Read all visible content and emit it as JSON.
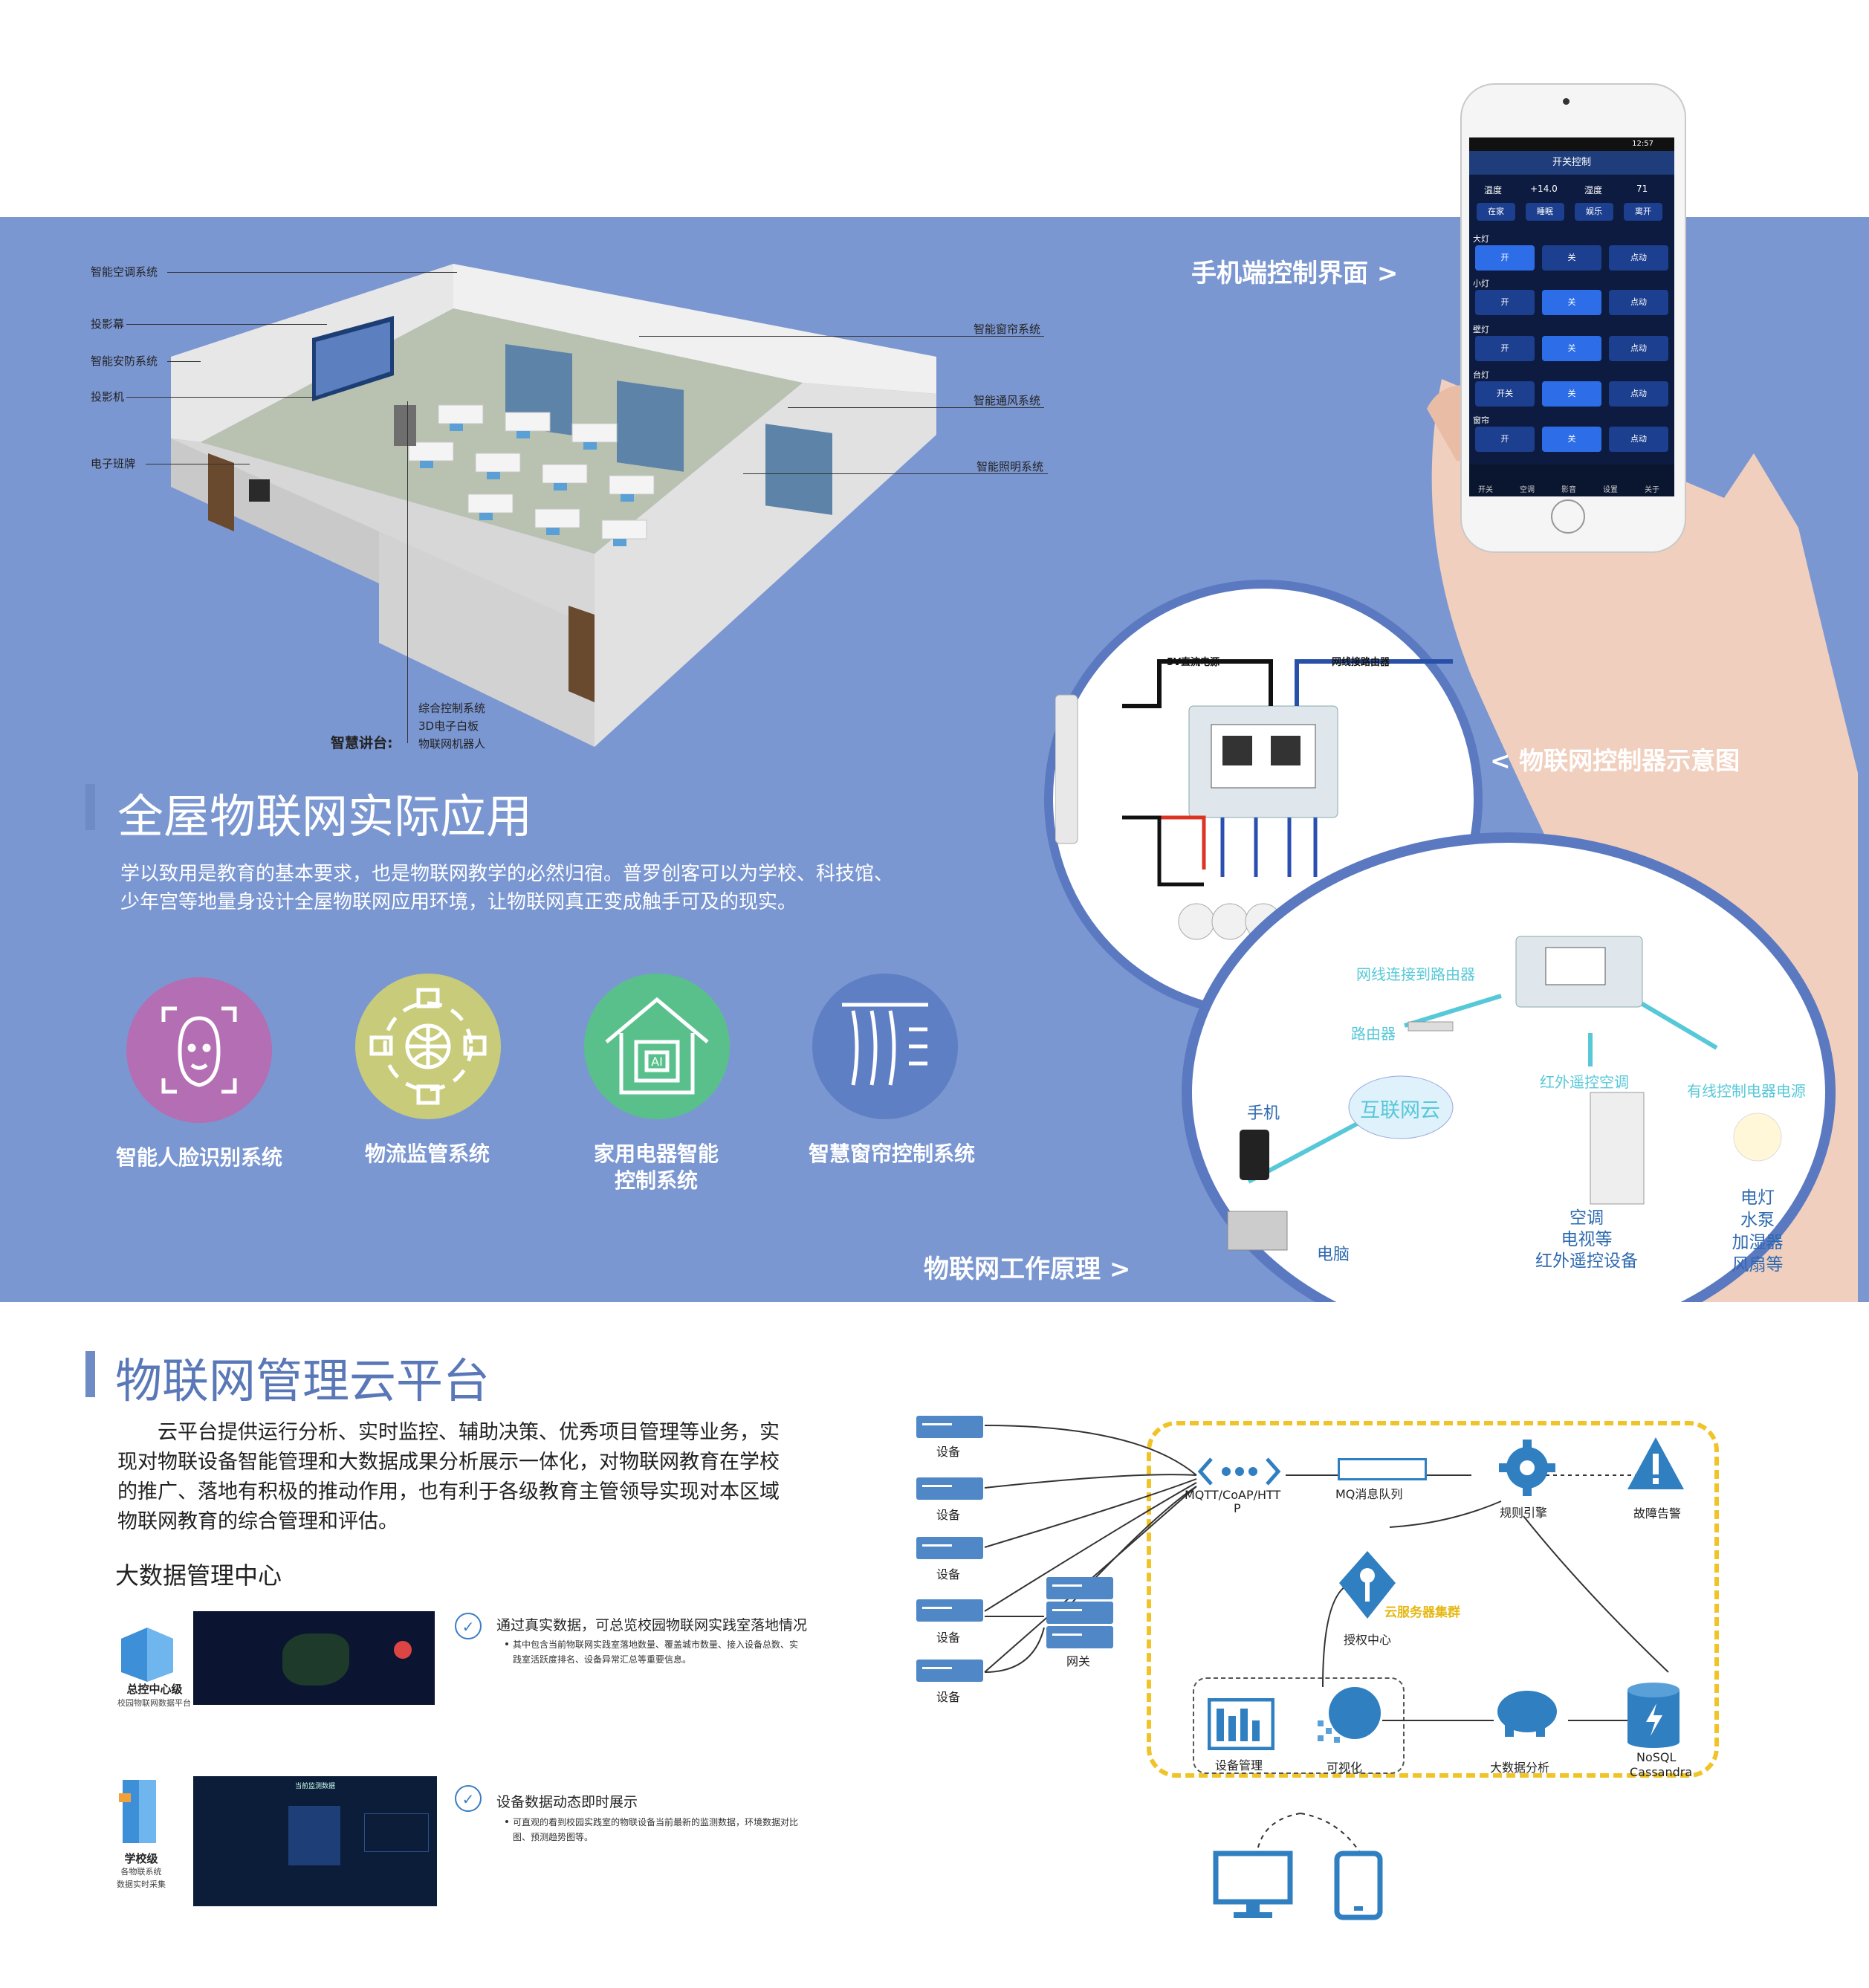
{
  "classroom": {
    "labels_left": [
      "智能空调系统",
      "投影幕",
      "智能安防系统",
      "投影机",
      "电子班牌"
    ],
    "labels_right": [
      "智能窗帘系统",
      "智能通风系统",
      "智能照明系统"
    ],
    "podium_title": "智慧讲台:",
    "podium_items": [
      "综合控制系统",
      "3D电子白板",
      "物联网机器人"
    ]
  },
  "section1": {
    "title": "全屋物联网实际应用",
    "body_line1": "学以致用是教育的基本要求，也是物联网教学的必然归宿。普罗创客可以为学校、科技馆、",
    "body_line2": "少年宫等地量身设计全屋物联网应用环境，让物联网真正变成触手可及的现实。"
  },
  "systems": [
    {
      "label": "智能人脸识别系统",
      "icon": "face-recognition-icon",
      "color": "#b36eb4"
    },
    {
      "label": "物流监管系统",
      "icon": "logistics-globe-icon",
      "color": "#c7cb7a"
    },
    {
      "label": "家用电器智能\n控制系统",
      "icon": "smart-home-ai-icon",
      "color": "#59c08c"
    },
    {
      "label": "智慧窗帘控制系统",
      "icon": "curtain-icon",
      "color": "#5f7fc4"
    }
  ],
  "phone": {
    "caption": "手机端控制界面 >",
    "status_time": "12:57",
    "header": "开关控制",
    "env": [
      "温度",
      "+14.0",
      "湿度",
      "71"
    ],
    "modes": [
      "在家",
      "睡眠",
      "娱乐",
      "离开"
    ],
    "groups": [
      {
        "name": "大灯",
        "buttons": [
          "开",
          "关",
          "点动"
        ]
      },
      {
        "name": "小灯",
        "buttons": [
          "开",
          "关",
          "点动"
        ]
      },
      {
        "name": "壁灯",
        "buttons": [
          "开",
          "关",
          "点动"
        ]
      },
      {
        "name": "台灯",
        "buttons": [
          "开关",
          "关",
          "点动"
        ]
      },
      {
        "name": "窗帘",
        "buttons": [
          "开",
          "关",
          "点动"
        ]
      }
    ],
    "tabs": [
      "开关",
      "空调",
      "影音",
      "设置",
      "关于"
    ]
  },
  "controller": {
    "caption": "< 物联网控制器示意图",
    "label_power": "5V直流电源",
    "label_router": "网线接路由器"
  },
  "principle": {
    "caption": "物联网工作原理 >",
    "router_link": "网线连接到路由器",
    "router": "路由器",
    "cloud": "互联网云",
    "phone": "手机",
    "computer": "电脑",
    "ir_ac": "红外遥控空调",
    "wired": "有线控制电器电源",
    "ac_lines": [
      "空调",
      "电视等",
      "红外遥控设备"
    ],
    "wired_lines": [
      "电灯",
      "水泵",
      "加湿器",
      "风扇等"
    ]
  },
  "section2": {
    "title": "物联网管理云平台",
    "body": [
      "云平台提供运行分析、实时监控、辅助决策、优秀项目管理等业务，实",
      "现对物联设备智能管理和大数据成果分析展示一体化，对物联网教育在学校",
      "的推广、落地有积极的推动作用，也有利于各级教育主管领导实现对本区域",
      "物联网教育的综合管理和评估。"
    ],
    "subtitle": "大数据管理中心"
  },
  "levels": [
    {
      "name": "总控中心级",
      "desc": "校园物联网数据平台",
      "check_title": "通过真实数据，可总览校园物联网实践室落地情况",
      "check_detail": [
        "其中包含当前物联网实践室落地数量、覆盖城市数量、接入设备总数、实",
        "践室活跃度排名、设备异常汇总等重要信息。"
      ]
    },
    {
      "name": "学校级",
      "desc": [
        "各物联系统",
        "数据实时采集"
      ],
      "check_title": "设备数据动态即时展示",
      "check_detail": [
        "可直观的看到校园实践室的物联设备当前最新的监测数据，环境数据对比",
        "图、预测趋势图等。"
      ],
      "screen_title": "当前监测数据"
    }
  ],
  "architecture": {
    "device": "设备",
    "gateway": "网关",
    "protocol_line1": "MQTT/CoAP/HTT",
    "protocol_line2": "P",
    "mq": "MQ消息队列",
    "rule_engine": "规则引擎",
    "alarm": "故障告警",
    "cluster": "云服务器集群",
    "auth": "授权中心",
    "device_mgmt": "设备管理",
    "visual": "可视化",
    "bigdata": "大数据分析",
    "nosql_line1": "NoSQL",
    "nosql_line2": "Cassandra",
    "accent": "#2f7fc1",
    "border": "#f0c428"
  }
}
